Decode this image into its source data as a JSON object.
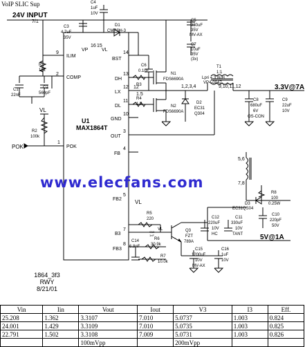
{
  "title": "VoIP SLIC Sup",
  "watermark": "www.elecfans.com",
  "signature": {
    "line1": "1864_3f3",
    "line2": "RWY",
    "line3": "8/21/01"
  },
  "labels": {
    "input": "24V INPUT",
    "out1": "3.3V@7A",
    "out2": "5V@1A",
    "ic_ref": "U1",
    "ic_part": "MAX1864T",
    "pok": "POK",
    "vl": "VL",
    "vl2": "VL",
    "vl3": "VL"
  },
  "pins": {
    "p9": "9",
    "ilim": "ILIM",
    "p2": "2",
    "comp": "COMP",
    "p1": "1",
    "pokpin": "POK",
    "p16": "16",
    "p15": "15",
    "vp": "VP",
    "vlpin": "VL",
    "bst": "BST",
    "p14": "14",
    "dh": "DH",
    "p13": "13",
    "lx": "LX",
    "p12": "12",
    "dl": "DL",
    "p11": "11",
    "gnd": "GND",
    "p10": "10",
    "outpin": "OUT",
    "p3": "3",
    "fb": "FB",
    "p4": "4",
    "fb2": "FB2",
    "p5": "5",
    "b3": "B3",
    "p7": "7",
    "fb3": "FB3",
    "p8": "8",
    "pos12": "12",
    "pos15": "1.5",
    "t1pins": "1,2,3,4",
    "t1pins2": "9,10,11,12",
    "p56": "5,6",
    "p78": "7,8",
    "p71": "7/1"
  },
  "components": {
    "c4": [
      "C4",
      "1uF",
      "10V"
    ],
    "c3": [
      "C3",
      "4.7uF",
      "35V"
    ],
    "d1": [
      "D1",
      "CMPSH-3"
    ],
    "c5": [
      "C5",
      "330uF",
      "35V",
      "MV-AX"
    ],
    "c7": [
      "C7",
      "10uF",
      "35V",
      "(3x)"
    ],
    "r1": [
      "R1",
      "15k"
    ],
    "c1": [
      "C1",
      "22nF"
    ],
    "c2": [
      "C2",
      "560pF"
    ],
    "r2": [
      "R2",
      "100k"
    ],
    "c6": [
      "C6",
      "0.1uF"
    ],
    "r3": [
      "R3",
      "1.5"
    ],
    "r4": [
      "R4",
      "1.5"
    ],
    "n1": [
      "N1",
      "FDS6690A"
    ],
    "n2": [
      "N2",
      "FDS6690A"
    ],
    "t1": [
      "T1",
      "1:1",
      "Lpri = 3.8uH",
      "VP4-0047"
    ],
    "d2": [
      "D2",
      "EC31",
      "Q304"
    ],
    "c8": [
      "C8",
      "680uF",
      "6V",
      "OS-CON"
    ],
    "c9": [
      "C9",
      "22uF",
      "10V"
    ],
    "r8": [
      "R8",
      "100",
      "0.25W"
    ],
    "d3": [
      "D3",
      "EC31QS04"
    ],
    "c12": [
      "C12",
      "220uF",
      "10V",
      "HC"
    ],
    "c11": [
      "C11",
      "330uF",
      "10V",
      "TANT"
    ],
    "c10": [
      "C10",
      "220pF",
      "50V"
    ],
    "r5": [
      "R5",
      "220"
    ],
    "c13": [
      "C13",
      "1nF"
    ],
    "q3": [
      "Q3",
      "FZT",
      "789A"
    ],
    "c14": [
      "C14",
      "6.8nF"
    ],
    "r6": [
      "R6",
      "30.9k"
    ],
    "r7": [
      "R7",
      "10.0k"
    ],
    "c15": [
      "C15",
      "1200uF",
      "10V",
      "MV-AX"
    ],
    "c16": [
      "C16",
      "1uF",
      "10V"
    ]
  },
  "table": {
    "headers": [
      "Vin",
      "Iin",
      "Vout",
      "Iout",
      "V3",
      "I3",
      "Eff."
    ],
    "rows": [
      [
        "25.208",
        "1.362",
        "3.3107",
        "7.010",
        "5.0737",
        "1.003",
        "0.824"
      ],
      [
        "24.001",
        "1.429",
        "3.3109",
        "7.010",
        "5.0735",
        "1.003",
        "0.825"
      ],
      [
        "22.791",
        "1.502",
        "3.3108",
        "7.009",
        "5.0731",
        "1.003",
        "0.826"
      ]
    ],
    "footer": [
      "",
      "",
      "100mVpp",
      "",
      "200mVpp",
      "",
      ""
    ]
  }
}
